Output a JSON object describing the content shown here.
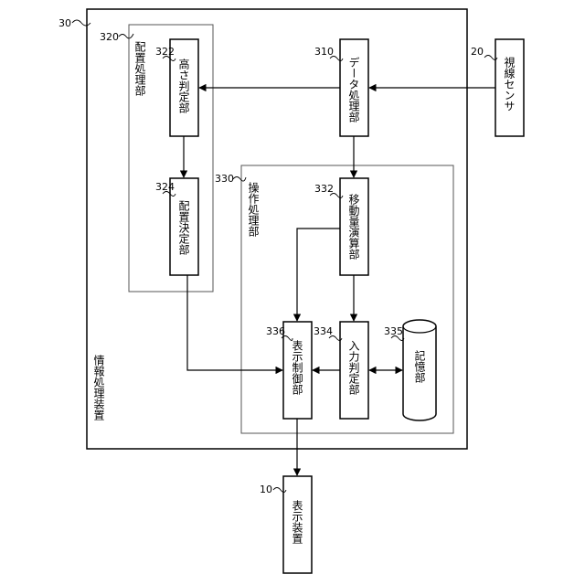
{
  "outer": {
    "ref": "30",
    "label": "情報処理装置"
  },
  "sensor": {
    "ref": "20",
    "label": "視線センサ"
  },
  "display": {
    "ref": "10",
    "label": "表示装置"
  },
  "placement": {
    "ref": "320",
    "label": "配置処理部",
    "height_unit": {
      "ref": "322",
      "label": "高さ判定部"
    },
    "decide_unit": {
      "ref": "324",
      "label": "配置決定部"
    }
  },
  "data_unit": {
    "ref": "310",
    "label": "データ処理部"
  },
  "operation": {
    "ref": "330",
    "label": "操作処理部",
    "move_unit": {
      "ref": "332",
      "label": "移動量演算部"
    },
    "input_unit": {
      "ref": "334",
      "label": "入力判定部"
    },
    "storage": {
      "ref": "335",
      "label": "記憶部"
    },
    "display_ctrl": {
      "ref": "336",
      "label": "表示制御部"
    }
  }
}
